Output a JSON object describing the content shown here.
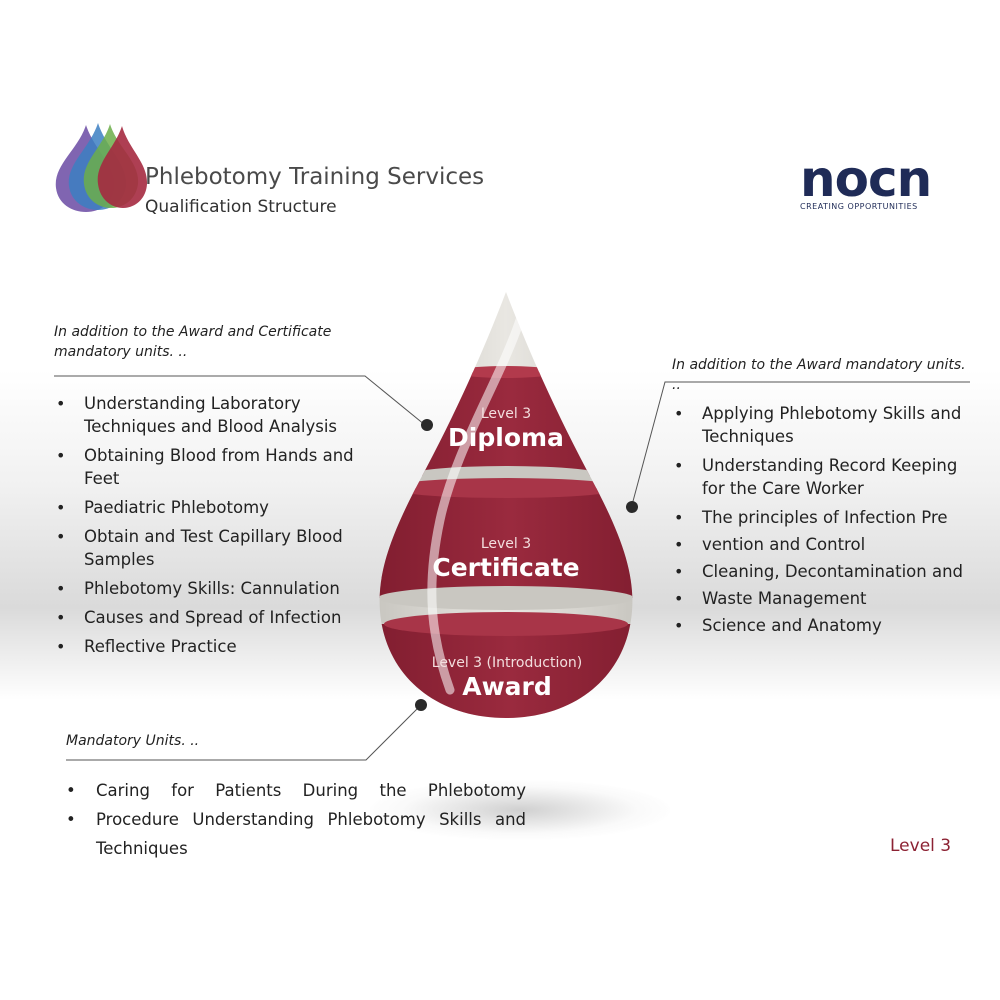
{
  "brand": {
    "title": "Phlebotomy Training Services",
    "subtitle": "Qualification Structure"
  },
  "partner_logo": {
    "name": "nocn",
    "tagline": "CREATING OPPORTUNITIES"
  },
  "diploma_section": {
    "intro": "In addition to the Award and Certificate mandatory units. ..",
    "units": [
      "Understanding Laboratory Techniques and Blood Analysis",
      "Obtaining Blood from Hands and Feet",
      "Paediatric Phlebotomy",
      "Obtain and Test Capillary Blood Samples",
      "Phlebotomy Skills: Cannulation",
      "Causes and Spread of Infection",
      "Reflective Practice"
    ]
  },
  "certificate_section": {
    "intro": "In addition to the Award mandatory units. ..",
    "units": [
      "Applying Phlebotomy Skills and Techniques",
      "Understanding Record Keeping for the Care Worker",
      "The principles of Infection Pre",
      "vention and Control",
      "Cleaning, Decontamination and",
      "Waste Management",
      "Science and Anatomy"
    ]
  },
  "award_section": {
    "intro": "Mandatory Units. ..",
    "lines": [
      "Caring for Patients During the Phlebotomy",
      "Procedure Understanding Phlebotomy Skills and",
      "Techniques"
    ]
  },
  "drop": {
    "diploma": {
      "level": "Level 3",
      "name": "Diploma"
    },
    "certificate": {
      "level": "Level 3",
      "name": "Certificate"
    },
    "award": {
      "level": "Level 3 (Introduction)",
      "name": "Award"
    }
  },
  "footer_level": "Level 3",
  "colors": {
    "accent": "#8c2233",
    "accent_dark": "#7a1c2c",
    "navy": "#1f2b57",
    "drop_glass": "#d8d6d0"
  }
}
